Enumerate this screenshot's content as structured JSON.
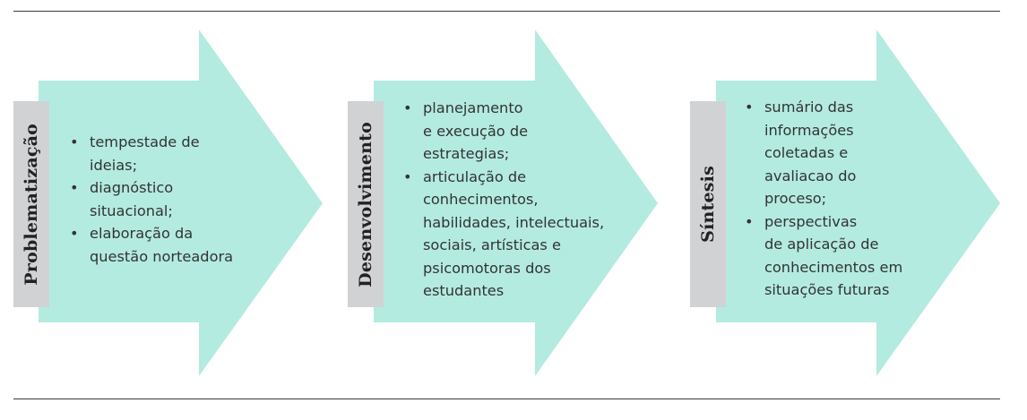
{
  "colors": {
    "arrow_fill": "#b3ebe1",
    "label_fill": "#d1d2d4",
    "rule": "#3a3a3a"
  },
  "steps": [
    {
      "label": "Problematização",
      "items": [
        "tempestade de\nideias;",
        "diagnóstico\nsituacional;",
        "elaboração da\nquestão norteadora"
      ]
    },
    {
      "label": "Desenvolvimento",
      "items": [
        "planejamento\ne execução de\nestrategias;",
        "articulação de\nconhecimentos,\nhabilidades, intelectuais,\nsociais, artísticas e\npsicomotoras dos\nestudantes"
      ]
    },
    {
      "label": "Síntesis",
      "items": [
        "sumário das\ninformações\ncoletadas e\navaliacao do\nproceso;",
        "perspectivas\nde aplicação de\nconhecimentos em\nsituações futuras"
      ]
    }
  ]
}
